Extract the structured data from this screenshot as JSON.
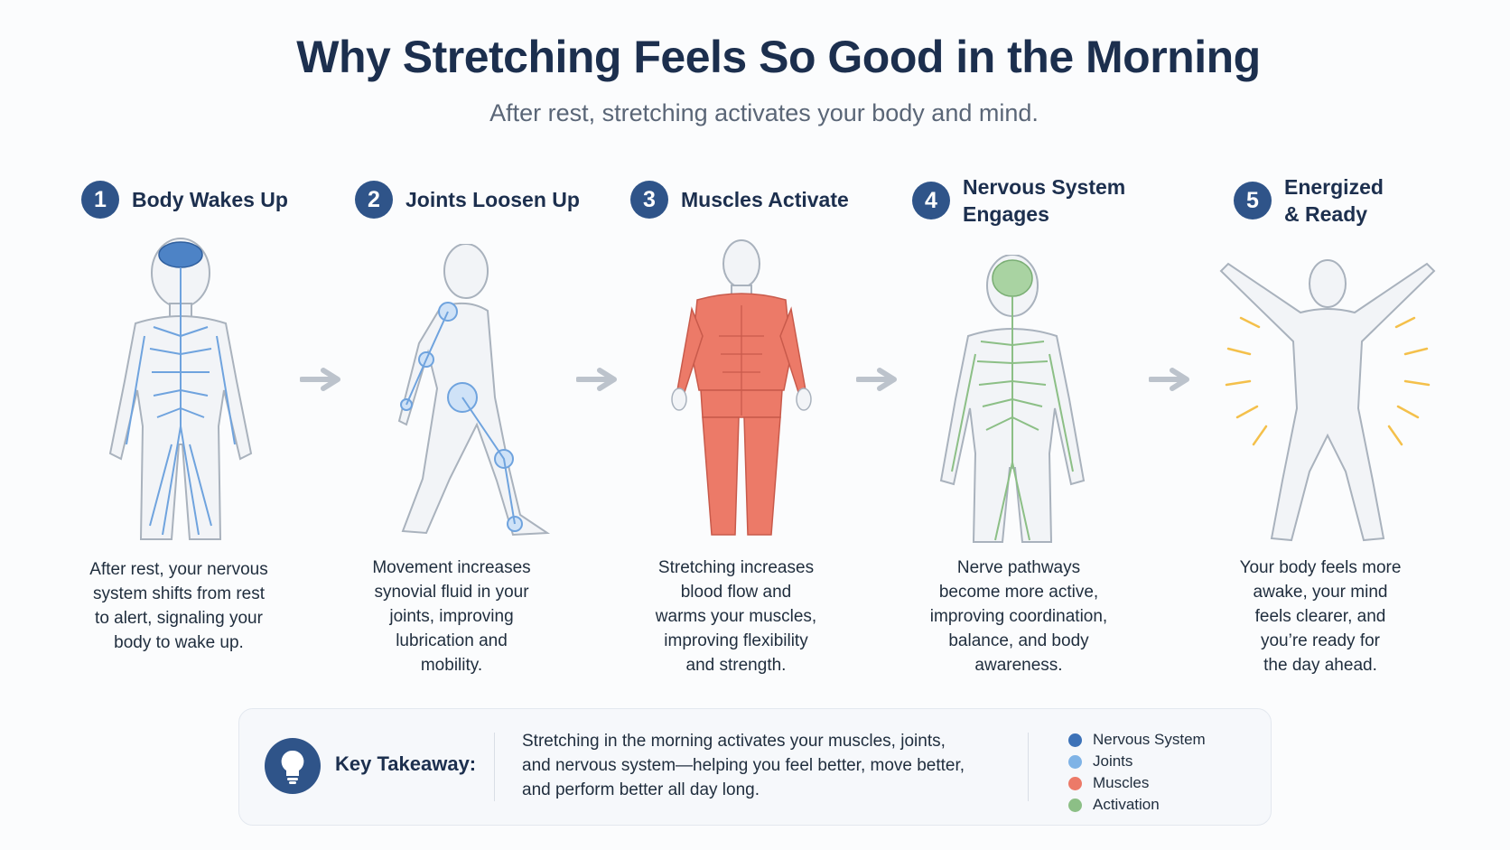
{
  "header": {
    "title": "Why Stretching Feels So Good in the Morning",
    "subtitle": "After rest, stretching activates your body and mind."
  },
  "steps": [
    {
      "number": "1",
      "label": "Body Wakes Up",
      "description": "After rest, your nervous\nsystem shifts from rest\nto alert, signaling your\nbody to wake up."
    },
    {
      "number": "2",
      "label": "Joints Loosen Up",
      "description": "Movement increases\nsynovial fluid in your\njoints, improving\nlubrication and\nmobility."
    },
    {
      "number": "3",
      "label": "Muscles Activate",
      "description": "Stretching increases\nblood flow and\nwarms your muscles,\nimproving flexibility\nand strength."
    },
    {
      "number": "4",
      "label": "Nervous System\n Engages",
      "description": "Nerve pathways\nbecome more active,\nimproving coordination,\nbalance, and body\nawareness."
    },
    {
      "number": "5",
      "label": "Energized\n& Ready",
      "description": "Your body feels more\nawake, your mind\nfeels clearer, and\nyou’re ready for\nthe day ahead."
    }
  ],
  "takeaway": {
    "label": "Key Takeaway:",
    "text": "Stretching in the morning activates your muscles, joints,\nand nervous system—helping you feel better, move better,\nand perform better all day long."
  },
  "legend": [
    {
      "label": "Nervous System",
      "color": "#3d72b8"
    },
    {
      "label": "Joints",
      "color": "#7fb3e6"
    },
    {
      "label": "Muscles",
      "color": "#ec7a68"
    },
    {
      "label": "Activation",
      "color": "#8cbf86"
    }
  ],
  "icons": {
    "step_arrow": "arrow-right-icon",
    "takeaway": "lightbulb-icon"
  }
}
